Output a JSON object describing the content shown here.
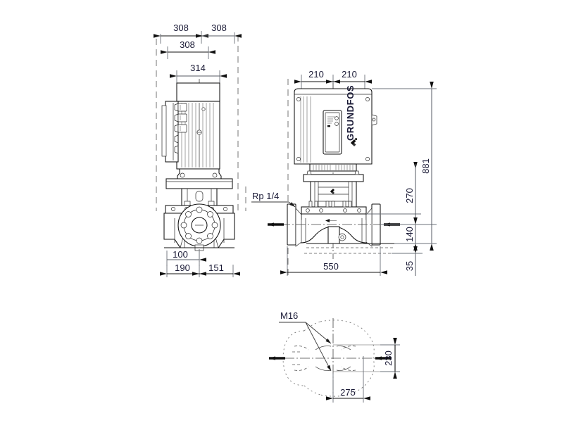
{
  "drawing": {
    "title": "Grundfos in-line pump dimensional drawing",
    "units": "mm",
    "views": {
      "side": {
        "name": "side-view"
      },
      "front": {
        "name": "front-view"
      },
      "plan": {
        "name": "plan-view"
      }
    },
    "dimensions": {
      "top_left_308": "308",
      "top_right_308": "308",
      "second_308": "308",
      "motor_width_314": "314",
      "front_left_210": "210",
      "front_right_210": "210",
      "height_881": "881",
      "height_270": "270",
      "height_140": "140",
      "height_35": "35",
      "base_100": "100",
      "base_190": "190",
      "base_151": "151",
      "length_550": "550",
      "plan_230": "230",
      "plan_275": "275"
    },
    "annotations": {
      "port_thread": "Rp 1/4",
      "bolt_thread": "M16",
      "brand": "GRUNDFOS"
    }
  }
}
